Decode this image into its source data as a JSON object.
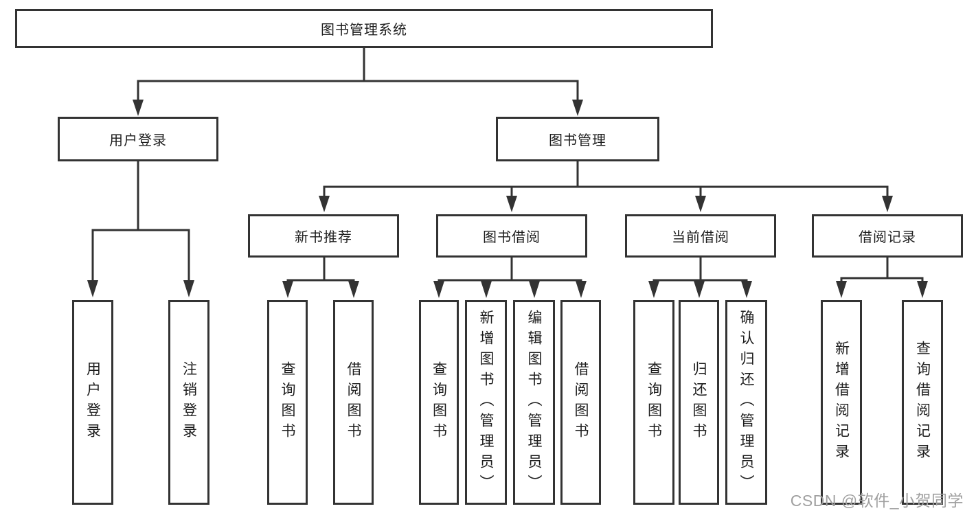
{
  "tree": {
    "root": {
      "label": "图书管理系统",
      "children": [
        {
          "label": "用户登录",
          "children": [
            {
              "label": "用户登录"
            },
            {
              "label": "注销登录"
            }
          ]
        },
        {
          "label": "图书管理",
          "children": [
            {
              "label": "新书推荐",
              "children": [
                {
                  "label": "查询图书"
                },
                {
                  "label": "借阅图书"
                }
              ]
            },
            {
              "label": "图书借阅",
              "children": [
                {
                  "label": "查询图书"
                },
                {
                  "label": "新增图书（管理员）"
                },
                {
                  "label": "编辑图书（管理员）"
                },
                {
                  "label": "借阅图书"
                }
              ]
            },
            {
              "label": "当前借阅",
              "children": [
                {
                  "label": "查询图书"
                },
                {
                  "label": "归还图书"
                },
                {
                  "label": "确认归还（管理员）"
                }
              ]
            },
            {
              "label": "借阅记录",
              "children": [
                {
                  "label": "新增借阅记录"
                },
                {
                  "label": "查询借阅记录"
                }
              ]
            }
          ]
        }
      ]
    }
  },
  "watermark": "CSDN @软件_小贺同学",
  "colors": {
    "line": "#333333",
    "text": "#1d1d1d",
    "background": "#ffffff",
    "watermark": "#a0a0a0"
  }
}
